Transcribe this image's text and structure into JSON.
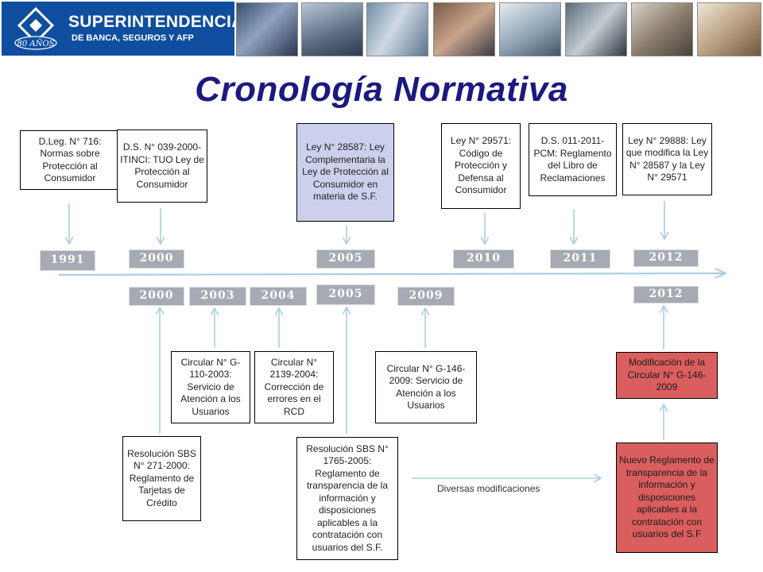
{
  "header": {
    "logo_line1": "SUPERINTENDENCIA",
    "logo_line2": "DE BANCA, SEGUROS Y AFP",
    "logo_badge": "80 AÑOS",
    "photos": [
      "credit-card-photo",
      "office-building-photo",
      "keyboard-enter-photo",
      "handshake-photo",
      "laptop-user-photo",
      "card-payment-photo",
      "business-people-photo",
      "writing-hand-photo"
    ]
  },
  "title": "Cronología Normativa",
  "top_years": [
    "1991",
    "2000",
    "2005",
    "2010",
    "2011",
    "2012"
  ],
  "bottom_years": [
    "2000",
    "2003",
    "2004",
    "2005",
    "2009",
    "2012"
  ],
  "laws": [
    "D.Leg. N° 716: Normas sobre Protección al Consumidor",
    "D.S. N° 039-2000-ITINCI: TUO Ley de Protección al Consumidor",
    "Ley N° 28587: Ley Complementaria la Ley de Protección al Consumidor en materia de S.F.",
    "Ley N° 29571: Código de Protección y Defensa al Consumidor",
    "D.S. 011-2011-PCM: Reglamento del Libro de Reclamaciones",
    "Ley N° 29888: Ley que modifica la Ley N° 28587 y la Ley N° 29571"
  ],
  "circulars": [
    "Circular N° G-110-2003: Servicio de Atención a los Usuarios",
    "Circular N° 2139-2004: Corrección de errores en el RCD",
    "Circular N° G-146-2009: Servicio de Atención a los Usuarios",
    "Modificación de la Circular N° G-146-2009"
  ],
  "resolutions": [
    "Resolución SBS N° 271-2000: Reglamento de Tarjetas de Crédito",
    "Resolución SBS N° 1765-2005: Reglamento de transparencia de la información y disposiciones aplicables a la contratación con usuarios del S.F.",
    "Nuevo Reglamento de transparencia de la información y disposiciones aplicables a la contratación con usuarios del S.F"
  ],
  "modifications_label": "Diversas modificaciones",
  "colors": {
    "title": "#1a1a80",
    "brand": "#0f4e9e",
    "year_tag": "#a6aab2",
    "arrow": "#a9cfe0",
    "highlight_blue": "#ccd0ec",
    "highlight_red": "#db5e5e"
  }
}
